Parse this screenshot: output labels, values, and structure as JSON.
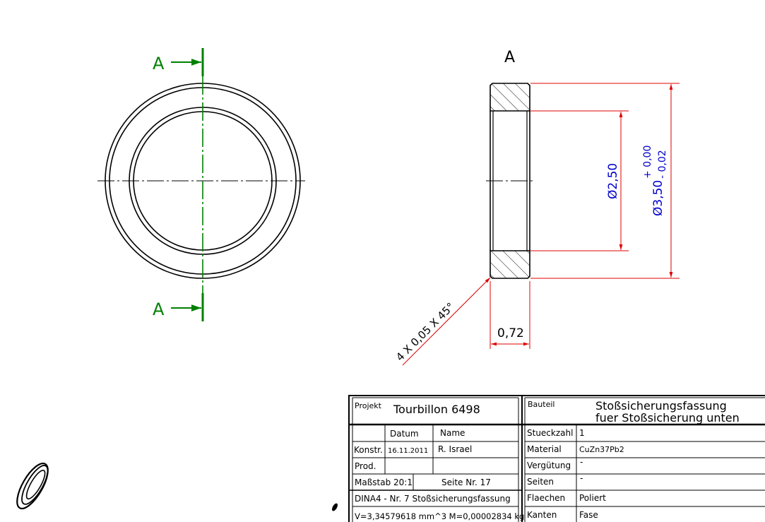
{
  "colors": {
    "section": "#008000",
    "dimension": "#e00000",
    "dim_text": "#0000cc",
    "line": "#000000"
  },
  "section_marker": {
    "top": "A",
    "bottom": "A"
  },
  "section_view": {
    "label": "A"
  },
  "dimensions": {
    "inner_dia": "Ø2,50",
    "outer_dia": "Ø3,50",
    "tol_upper": "+ 0,00",
    "tol_lower": "- 0,02",
    "width": "0,72",
    "chamfer": "4 X 0,05 X 45°"
  },
  "title_block": {
    "projekt_label": "Projekt",
    "projekt_value": "Tourbillon 6498",
    "bauteil_label": "Bauteil",
    "bauteil_value_1": "Stoßsicherungsfassung",
    "bauteil_value_2": "fuer Stoßsicherung unten",
    "datum_label": "Datum",
    "name_label": "Name",
    "konstr_label": "Konstr.",
    "konstr_datum": "16.11.2011",
    "konstr_name": "R. Israel",
    "prod_label": "Prod.",
    "massstab": "Maßstab  20:1",
    "seite": "Seite Nr. 17",
    "format_note": "DINA4 - Nr. 7 Stoßsicherungsfassung",
    "volume_mass": "V=3,34579618 mm^3 M=0,00002834 kg",
    "stueckzahl_label": "Stueckzahl",
    "stueckzahl_value": "1",
    "material_label": "Material",
    "material_value": "CuZn37Pb2",
    "verguetung_label": "Vergütung",
    "verguetung_value": "-",
    "seiten_label": "Seiten",
    "seiten_value": "-",
    "flaechen_label": "Flaechen",
    "flaechen_value": "Poliert",
    "kanten_label": "Kanten",
    "kanten_value": "Fase"
  },
  "icons": [
    "ring-iso-icon",
    "small-part-icon"
  ]
}
